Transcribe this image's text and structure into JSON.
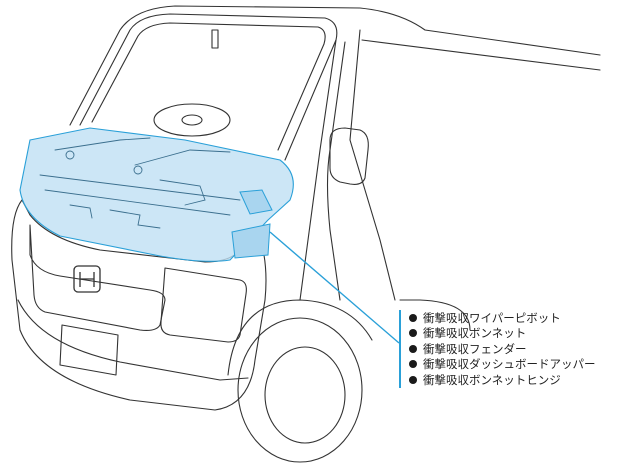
{
  "legend": {
    "items": [
      "衝撃吸収ワイパーピボット",
      "衝撃吸収ボンネット",
      "衝撃吸収フェンダー",
      "衝撃吸収ダッシュボードアッパー",
      "衝撃吸収ボンネットヒンジ"
    ]
  },
  "colors": {
    "highlight_fill": "#bfe0f4",
    "highlight_line": "#2aa0d8",
    "outline": "#333333",
    "bullet": "#1a1a1a"
  },
  "icons": {
    "vehicle": "honda-kei-van-illustration",
    "emblem": "honda-h-emblem-icon"
  }
}
